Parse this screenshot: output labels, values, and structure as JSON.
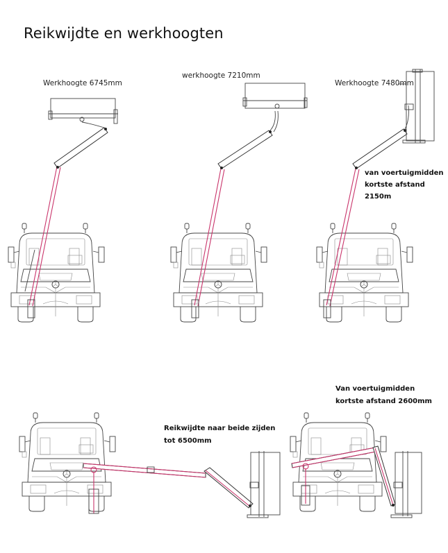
{
  "page": {
    "title": "Reikwijdte en werkhoogten"
  },
  "diagrams": [
    {
      "id": "height-1",
      "label": "Werkhoogte 6745mm"
    },
    {
      "id": "height-2",
      "label": "werkhoogte 7210mm"
    },
    {
      "id": "height-3",
      "label": "Werkhoogte 7480mm",
      "note_lines": [
        "van voertuigmidden",
        "kortste afstand",
        "2150m"
      ]
    },
    {
      "id": "reach-1",
      "note_lines": [
        "Reikwijdte naar beide zijden",
        "tot 6500mm"
      ]
    },
    {
      "id": "reach-2",
      "note_lines": [
        "Van voertuigmidden",
        "kortste afstand 2600mm"
      ]
    }
  ],
  "colors": {
    "line": "#444444",
    "boom_highlight": "#c9346b",
    "background": "#ffffff"
  }
}
